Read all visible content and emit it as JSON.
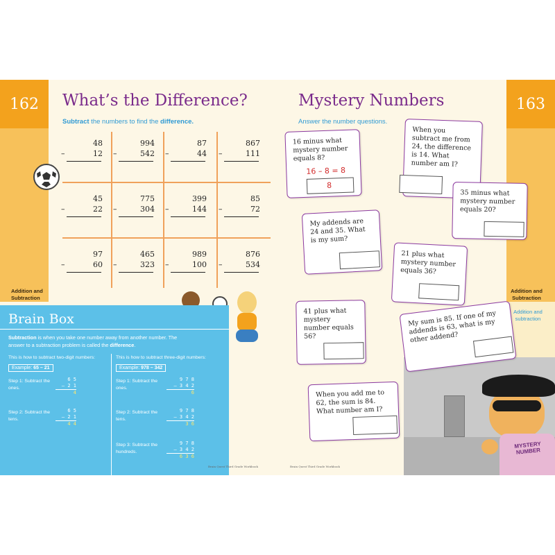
{
  "left_page": {
    "page_number": "162",
    "title": "What’s the Difference?",
    "instruction_pre": "Subtract",
    "instruction_mid": " the numbers to find the ",
    "instruction_key": "difference.",
    "section_label_1": "Addition and",
    "section_label_2": "Subtraction",
    "problems": [
      {
        "top": "48",
        "bottom": "12"
      },
      {
        "top": "994",
        "bottom": "542"
      },
      {
        "top": "87",
        "bottom": "44"
      },
      {
        "top": "867",
        "bottom": "111"
      },
      {
        "top": "45",
        "bottom": "22"
      },
      {
        "top": "775",
        "bottom": "304"
      },
      {
        "top": "399",
        "bottom": "144"
      },
      {
        "top": "85",
        "bottom": "72"
      },
      {
        "top": "97",
        "bottom": "60"
      },
      {
        "top": "465",
        "bottom": "323"
      },
      {
        "top": "989",
        "bottom": "100"
      },
      {
        "top": "876",
        "bottom": "534"
      }
    ],
    "minus_sign": "–",
    "footer": "Brain Quest Third Grade Workbook"
  },
  "brain_box": {
    "title": "Brain Box",
    "def_term": "Subtraction",
    "def_mid": " is when you take one number away from another number. The answer to a subtraction problem is called the ",
    "def_key": "difference",
    "def_end": ".",
    "how_two": "This is how to subtract two-digit numbers:",
    "how_three": "This is how to subtract three-digit numbers:",
    "example_label": "Example:",
    "example_two": "65 – 21",
    "example_three": "978 – 342",
    "two_steps": [
      {
        "label": "Step 1: Subtract the ones.",
        "top": "6 5",
        "bottom": "– 2 1",
        "answer": "4"
      },
      {
        "label": "Step 2: Subtract the tens.",
        "top": "6 5",
        "bottom": "– 2 1",
        "answer": "4 4"
      }
    ],
    "three_steps": [
      {
        "label": "Step 1: Subtract the ones.",
        "top": "9 7 8",
        "bottom": "– 3 4 2",
        "answer": "6"
      },
      {
        "label": "Step 2: Subtract the tens.",
        "top": "9 7 8",
        "bottom": "– 3 4 2",
        "answer": "3 6"
      },
      {
        "label": "Step 3: Subtract the hundreds.",
        "top": "9 7 8",
        "bottom": "– 3 4 2",
        "answer": "6 3 6"
      }
    ]
  },
  "right_page": {
    "page_number": "163",
    "title": "Mystery Numbers",
    "instruction": "Answer the number questions.",
    "section_label_1": "Addition and",
    "section_label_2": "Subtraction",
    "section_sub_1": "Addition and",
    "section_sub_2": "subtraction",
    "cards": [
      {
        "text": "16 minus what mystery number equals 8?",
        "work": "16 – 8 = 8",
        "answer": "8"
      },
      {
        "text": "When you subtract me from 24, the difference is 14. What number am I?"
      },
      {
        "text": "35 minus what mystery number equals 20?"
      },
      {
        "text": "My addends are 24 and 35. What is my sum?"
      },
      {
        "text": "21 plus what mystery number equals 36?"
      },
      {
        "text": "41 plus what mystery number equals 56?"
      },
      {
        "text": "My sum is 85. If one of my addends is 63, what is my other addend?"
      },
      {
        "text": "When you add me to 62, the sum is 84. What number am I?"
      }
    ],
    "shirt_text": "MYSTERY NUMBER",
    "footer": "Brain Quest Third Grade Workbook"
  },
  "colors": {
    "tab": "#f7c15a",
    "page_num_bg": "#f3a21d",
    "title": "#7a2b8b",
    "accent_blue": "#2f9ad4",
    "brain_box": "#5cc0e8",
    "grid": "#f0a15a",
    "handwriting": "#d22b2b"
  }
}
